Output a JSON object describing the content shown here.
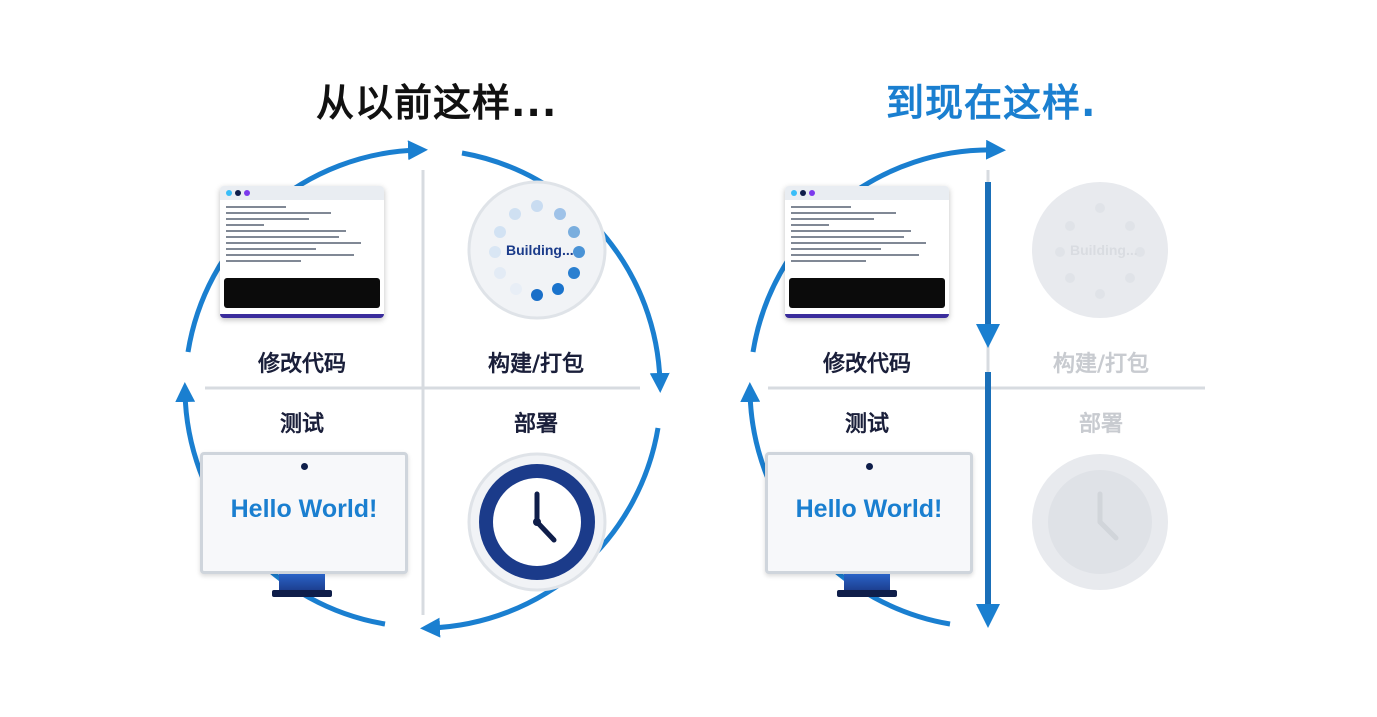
{
  "left": {
    "title": "从以前这样...",
    "quadrants": {
      "code": "修改代码",
      "build": "构建/打包",
      "test": "测试",
      "deploy": "部署"
    },
    "building_text": "Building...",
    "hello_text": "Hello World!"
  },
  "right": {
    "title": "到现在这样.",
    "quadrants": {
      "code": "修改代码",
      "build": "构建/打包",
      "test": "测试",
      "deploy": "部署"
    },
    "building_text": "Building...",
    "hello_text": "Hello World!"
  },
  "colors": {
    "title_dark": "#111111",
    "title_blue": "#1a7fd0",
    "label_dark": "#1a1f3a",
    "label_faded": "#c8cbd0",
    "arrow_blue": "#1a7fd0",
    "divider": "#d7dbe0"
  }
}
